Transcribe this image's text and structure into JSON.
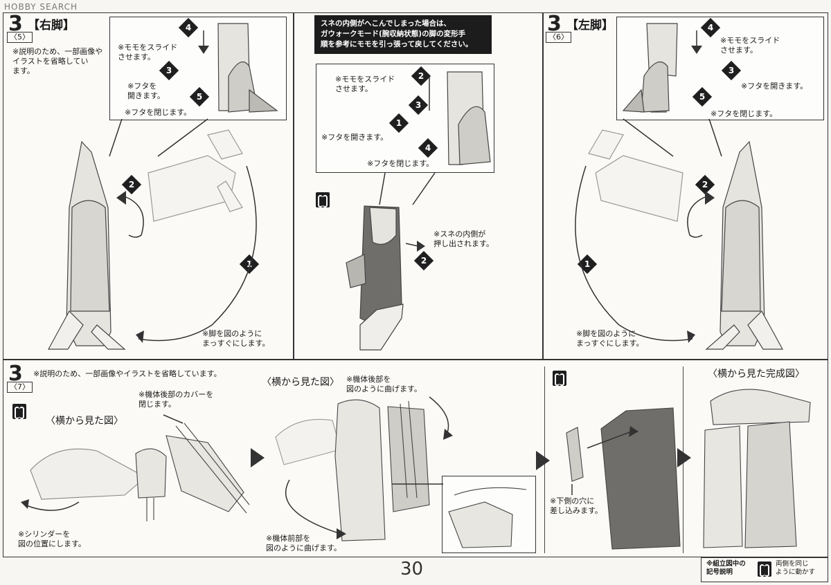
{
  "header": {
    "logo": "HOBBY SEARCH"
  },
  "page_number": "30",
  "top_left": {
    "step": "3",
    "sub": "〈5〉",
    "title": "【右脚】",
    "note_omit": "※説明のため、一部画像や\nイラストを省略してい\nます。",
    "inset": {
      "n4": "4",
      "n3": "3",
      "n5": "5",
      "slide_thigh": "※モモをスライド\nさせます。",
      "open_lid": "※フタを\n開きます。",
      "close_lid": "※フタを閉じます。"
    },
    "n2": "2",
    "n1": "1",
    "straighten": "※脚を図のように\nまっすぐにします。"
  },
  "top_middle": {
    "black_note": "スネの内側がへこんでしまった場合は、\nガウォークモード(腕収納状態)の脚の変形手\n順を参考にモモを引っ張って戻してください。",
    "inset": {
      "n2": "2",
      "n3": "3",
      "n1": "1",
      "n4": "4",
      "slide_thigh": "※モモをスライド\nさせます。",
      "open_lid": "※フタを開きます。",
      "close_lid": "※フタを閉じます。"
    },
    "n2": "2",
    "shin_push": "※スネの内側が\n押し出されます。"
  },
  "top_right": {
    "step": "3",
    "sub": "〈6〉",
    "title": "【左脚】",
    "inset": {
      "n4": "4",
      "n3": "3",
      "n5": "5",
      "slide_thigh": "※モモをスライド\nさせます。",
      "open_lid": "※フタを開きます。",
      "close_lid": "※フタを閉じます。"
    },
    "n2": "2",
    "n1": "1",
    "straighten": "※脚を図のように\nまっすぐにします。"
  },
  "bottom": {
    "step": "3",
    "sub": "〈7〉",
    "note_omit": "※説明のため、一部画像やイラストを省略しています。",
    "side_view": "〈横から見た図〉",
    "cover_close": "※機体後部のカバーを\n閉じます。",
    "cylinder": "※シリンダーを\n図の位置にします。",
    "side_view2": "〈横から見た図〉",
    "rear_bend": "※機体後部を\n図のように曲げます。",
    "front_bend": "※機体前部を\n図のように曲げます。",
    "insert_hole": "※下側の穴に\n差し込みます。",
    "completed_side": "〈横から見た完成図〉"
  },
  "legend": {
    "label": "※組立図中の\n記号説明",
    "symbol_desc": "両側を同じ\nように動かす"
  }
}
